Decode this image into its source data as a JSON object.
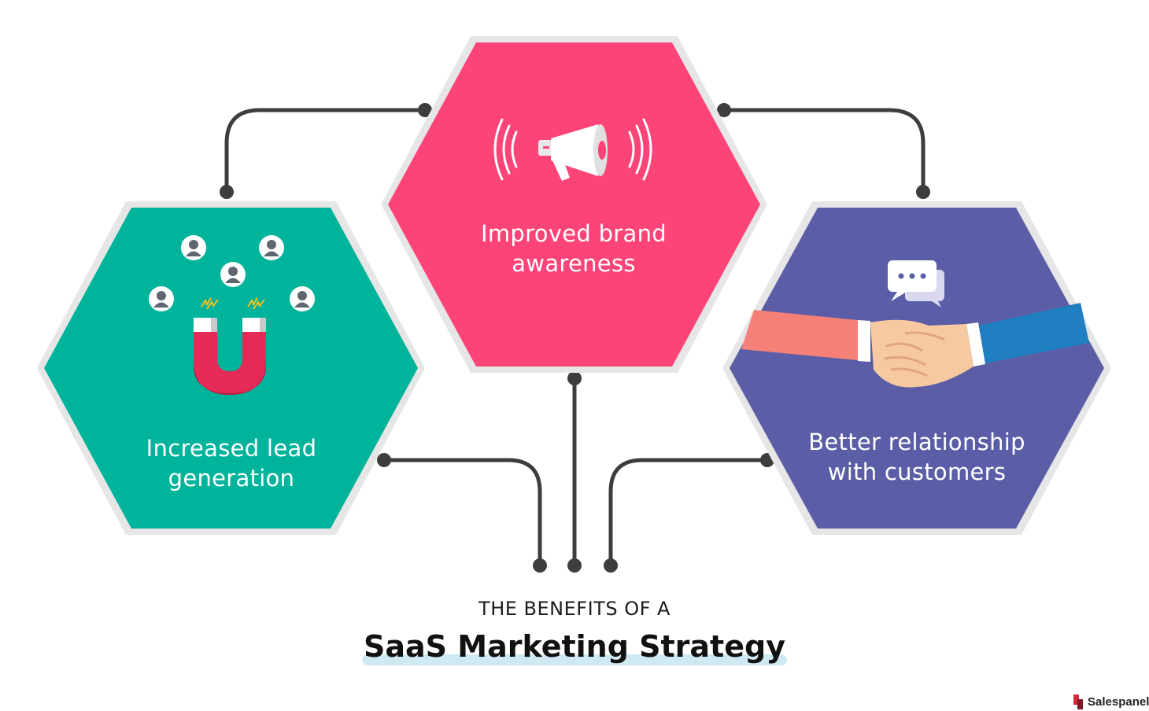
{
  "colors": {
    "green": "#00b39b",
    "pink": "#fd4479",
    "purple": "#5b5ea6",
    "border": "#e6e6e6",
    "connector": "#3d3d3d"
  },
  "hexagons": {
    "green": {
      "line1": "Increased lead",
      "line2": "generation",
      "icon": "magnet-attracting-users-icon"
    },
    "pink": {
      "line1": "Improved brand",
      "line2": "awareness",
      "icon": "megaphone-icon"
    },
    "purple": {
      "line1": "Better relationship",
      "line2": "with customers",
      "icon": "handshake-chat-icon"
    }
  },
  "subtitle": "THE BENEFITS OF A",
  "title": "SaaS Marketing Strategy",
  "brand": {
    "name": "Salespanel",
    "icon": "salespanel-logo-icon"
  }
}
